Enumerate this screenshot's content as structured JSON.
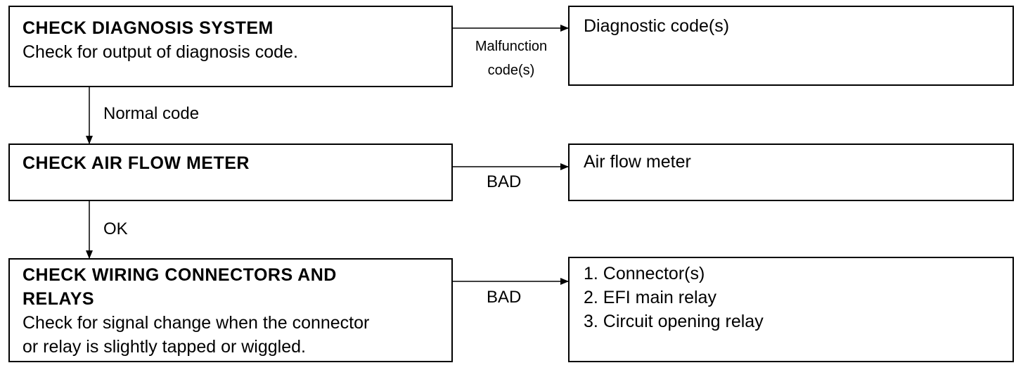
{
  "steps": [
    {
      "title": "CHECK DIAGNOSIS SYSTEM",
      "text": "Check for output of diagnosis code."
    },
    {
      "title": "CHECK AIR FLOW METER",
      "text": ""
    },
    {
      "title_line1": "CHECK WIRING CONNECTORS AND",
      "title_line2": "RELAYS",
      "text_line1": "Check for signal change when the connector",
      "text_line2": "or relay is slightly tapped or wiggled."
    }
  ],
  "results": [
    {
      "lines": [
        "Diagnostic code(s)"
      ]
    },
    {
      "lines": [
        "Air flow meter"
      ]
    },
    {
      "lines": [
        "1. Connector(s)",
        "2. EFI main relay",
        "3. Circuit opening relay"
      ]
    }
  ],
  "horizontal_labels": {
    "step1_line1": "Malfunction",
    "step1_line2": "code(s)",
    "step2": "BAD",
    "step3": "BAD"
  },
  "vertical_labels": {
    "step1_to_step2": "Normal code",
    "step2_to_step3": "OK"
  }
}
